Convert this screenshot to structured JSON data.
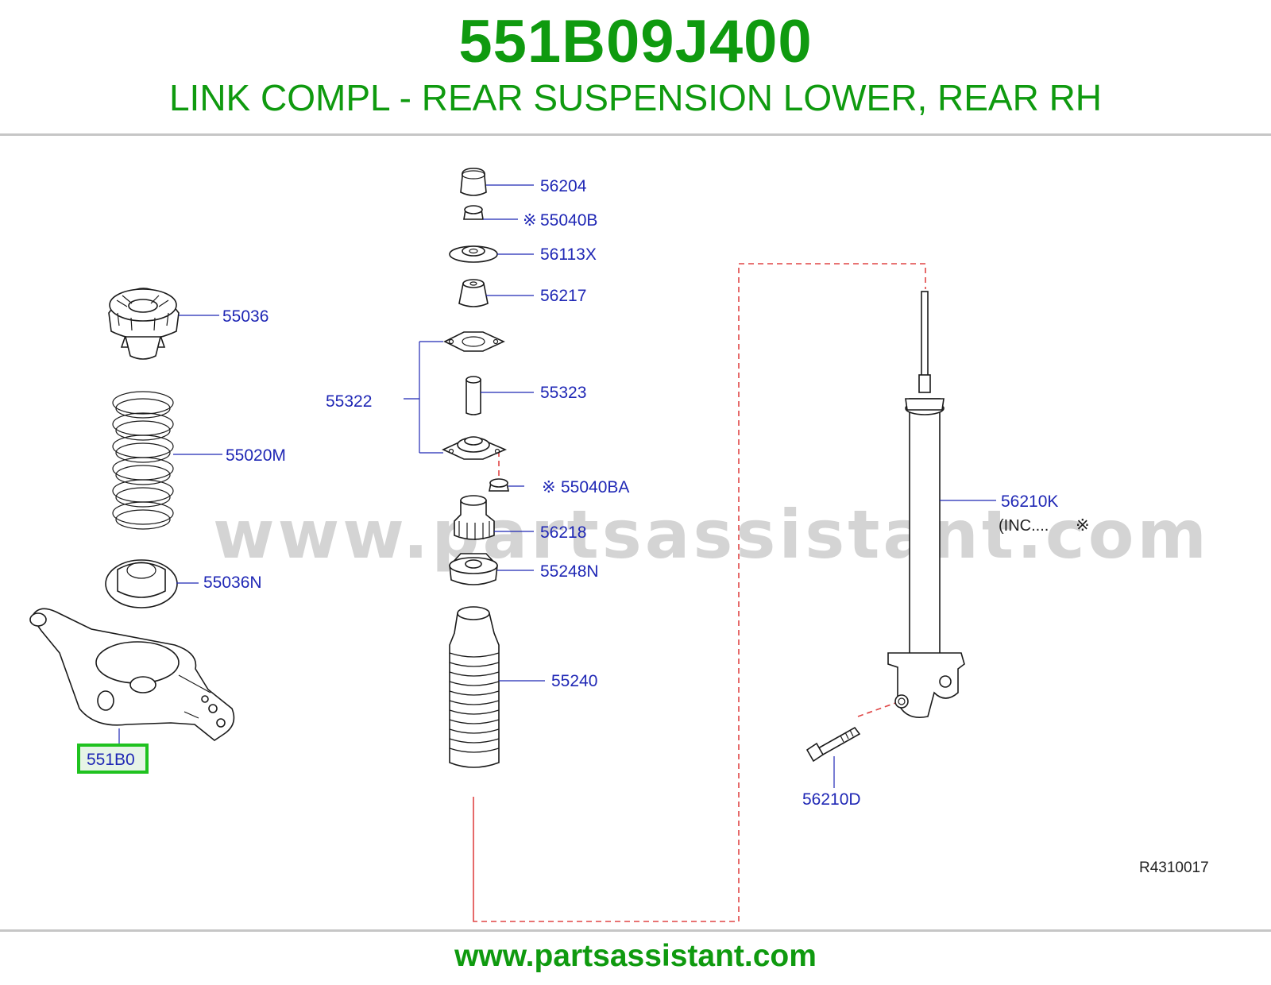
{
  "header": {
    "part_number": "551B09J400",
    "part_title": "LINK COMPL - REAR SUSPENSION LOWER, REAR RH"
  },
  "diagram": {
    "watermark": "www.partsassistant.com",
    "reference_code": "R4310017",
    "callouts": {
      "c56204": "56204",
      "c55040B": "55040B",
      "c56113X": "56113X",
      "c56217": "56217",
      "c55322": "55322",
      "c55323": "55323",
      "c55040BA": "55040BA",
      "c56218": "56218",
      "c55248N": "55248N",
      "c55240": "55240",
      "c55036": "55036",
      "c55020M": "55020M",
      "c55036N": "55036N",
      "c551B0": "551B0",
      "c56210K": "56210K",
      "c56210K_note": "(INC....",
      "c56210D": "56210D"
    },
    "highlight_color": "#1fc21f",
    "callout_color": "#1f27b5"
  },
  "footer": {
    "url": "www.partsassistant.com"
  }
}
